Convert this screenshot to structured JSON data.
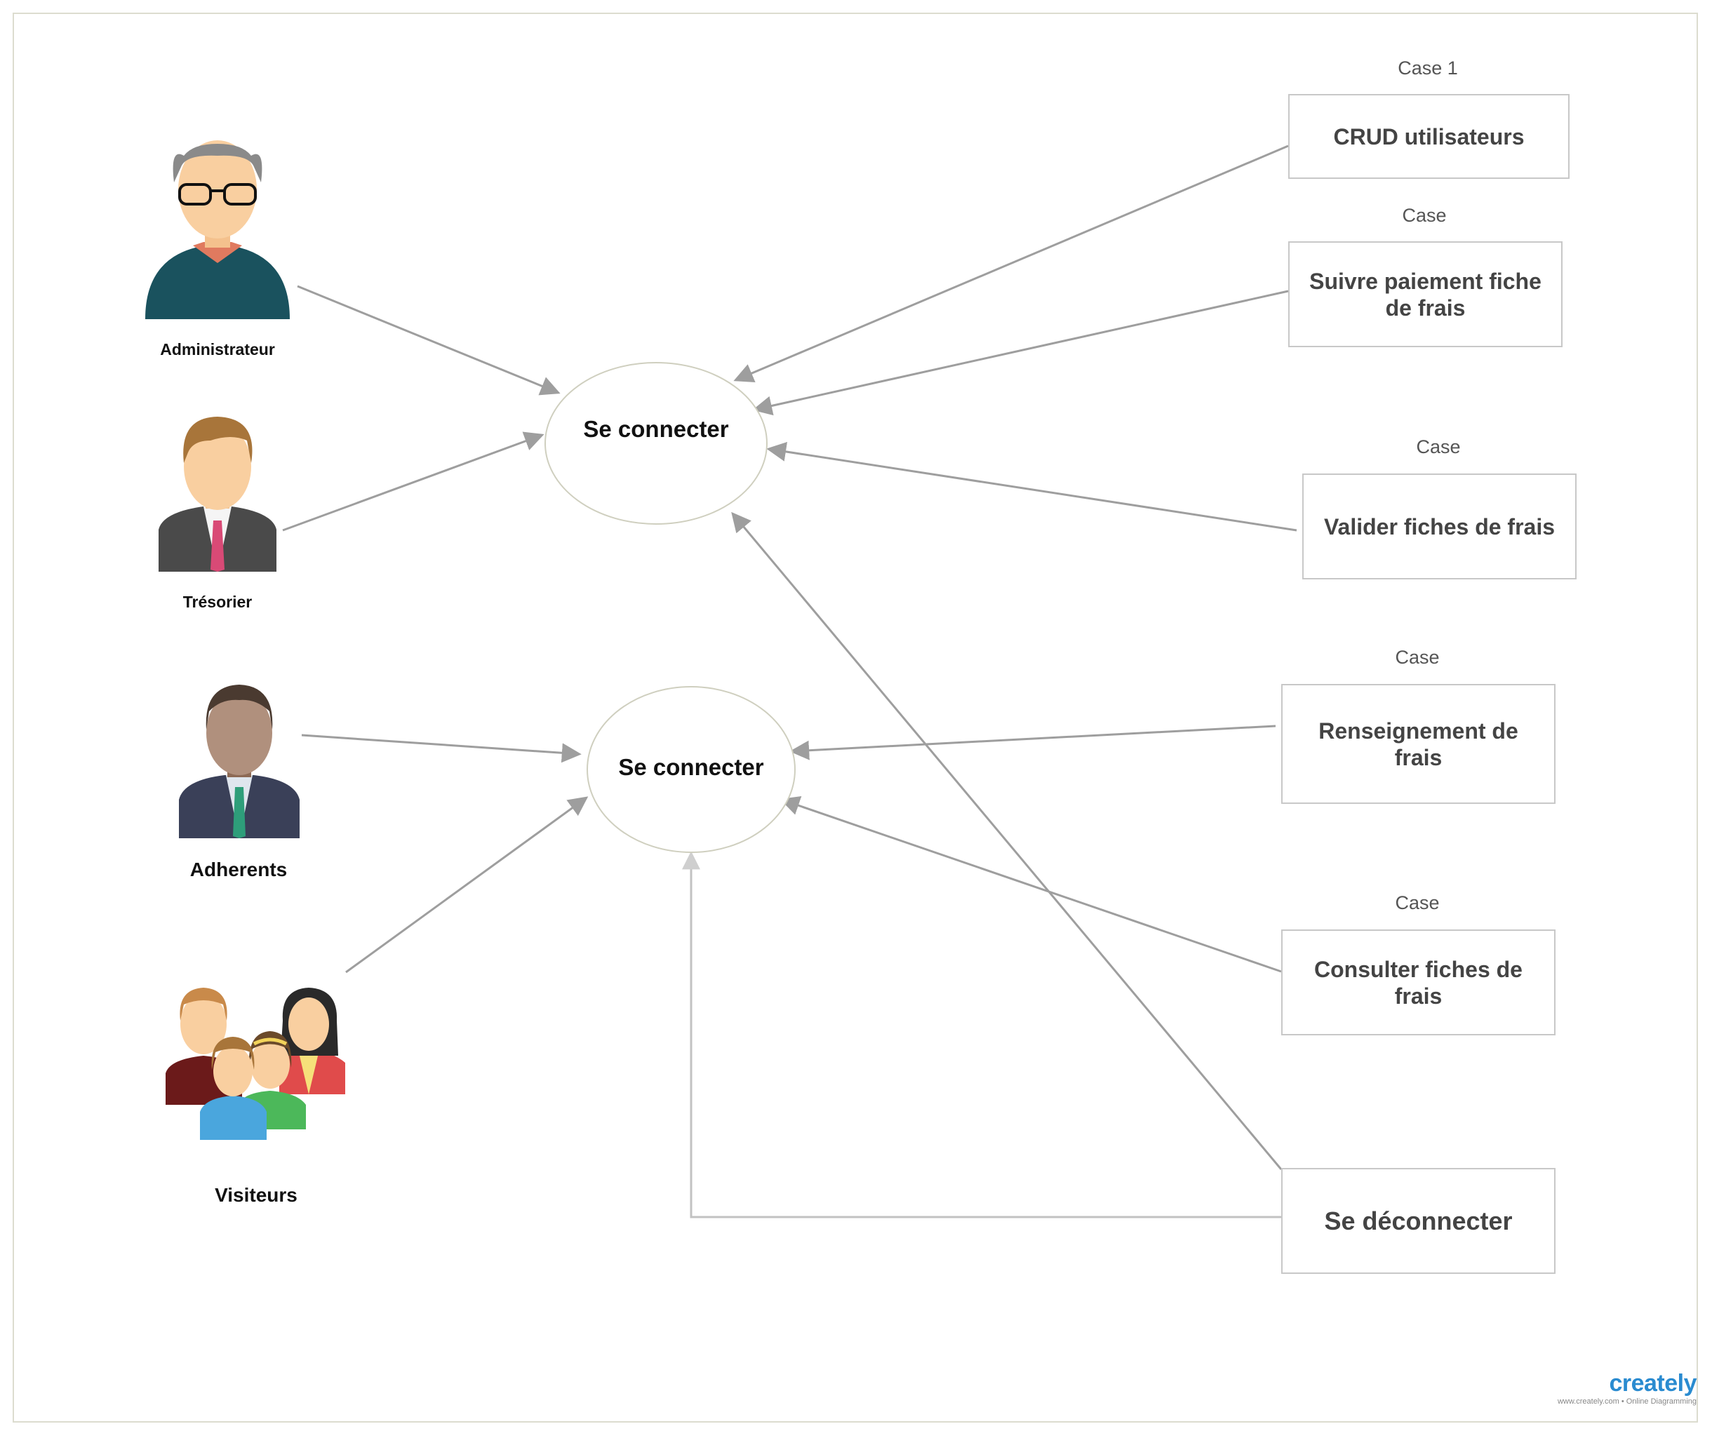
{
  "actors": [
    {
      "id": "admin",
      "label": "Administrateur",
      "icon": "old-man-glasses-icon"
    },
    {
      "id": "tresorier",
      "label": "Trésorier",
      "icon": "businessman-icon"
    },
    {
      "id": "adherents",
      "label": "Adherents",
      "icon": "businessman-dark-icon"
    },
    {
      "id": "visiteurs",
      "label": "Visiteurs",
      "icon": "family-group-icon"
    }
  ],
  "use_cases": [
    {
      "id": "connect1",
      "label": "Se connecter"
    },
    {
      "id": "connect2",
      "label": "Se connecter"
    }
  ],
  "cases": [
    {
      "id": "crud",
      "caption": "Case 1",
      "label": "CRUD utilisateurs"
    },
    {
      "id": "suivre",
      "caption": "Case",
      "label": "Suivre paiement fiche de frais"
    },
    {
      "id": "valider",
      "caption": "Case",
      "label": "Valider fiches de frais"
    },
    {
      "id": "renseignement",
      "caption": "Case",
      "label": "Renseignement de frais"
    },
    {
      "id": "consulter",
      "caption": "Case",
      "label": "Consulter fiches de frais"
    },
    {
      "id": "deconnecter",
      "caption": "",
      "label": "Se déconnecter"
    }
  ],
  "connections": [
    {
      "from": "admin",
      "to": "connect1"
    },
    {
      "from": "tresorier",
      "to": "connect1"
    },
    {
      "from": "adherents",
      "to": "connect2"
    },
    {
      "from": "visiteurs",
      "to": "connect2"
    },
    {
      "from": "crud",
      "to": "connect1"
    },
    {
      "from": "suivre",
      "to": "connect1"
    },
    {
      "from": "valider",
      "to": "connect1"
    },
    {
      "from": "renseignement",
      "to": "connect2"
    },
    {
      "from": "consulter",
      "to": "connect2"
    },
    {
      "from": "deconnecter",
      "to": "connect1"
    },
    {
      "from": "deconnecter",
      "to": "connect2"
    }
  ],
  "colors": {
    "line": "#9e9e9e",
    "box_border": "#c8c8c8",
    "ellipse_border": "#c9c9b8",
    "brand": "#2a8bd0"
  },
  "brand": {
    "name": "creately",
    "tagline": "www.creately.com • Online Diagramming"
  }
}
